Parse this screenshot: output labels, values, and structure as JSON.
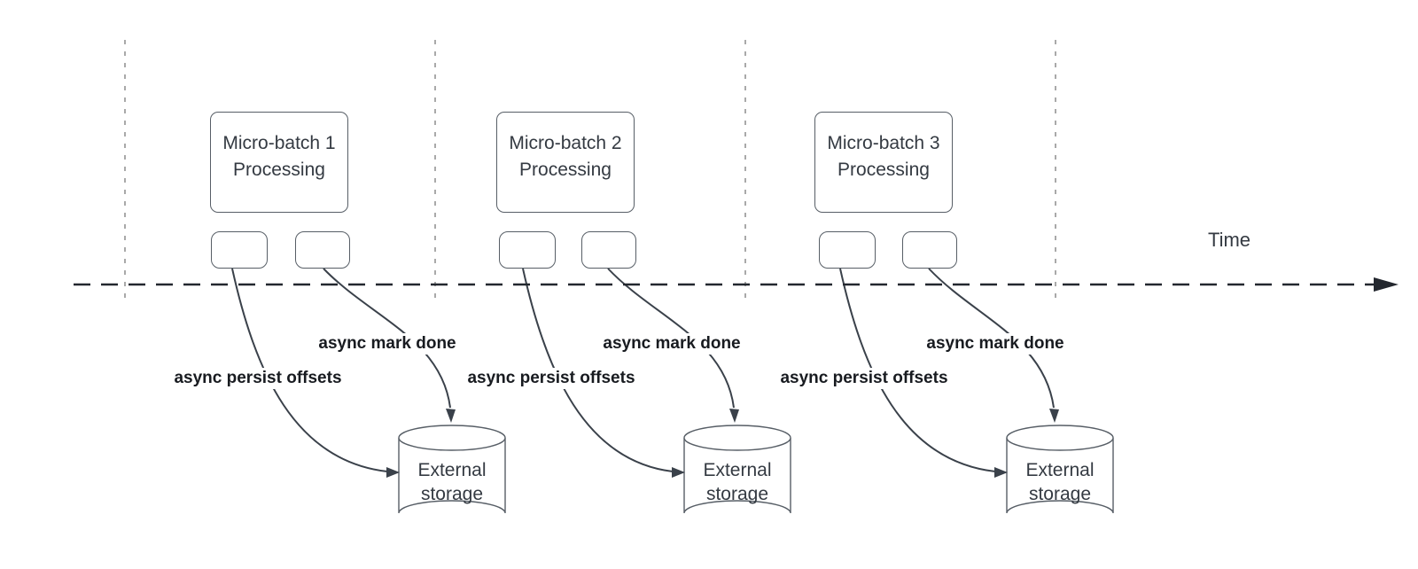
{
  "timeline": {
    "label": "Time"
  },
  "groups": [
    {
      "box_line1": "Micro-batch 1",
      "box_line2": "Processing",
      "persist_label": "async persist offsets",
      "mark_done_label": "async mark done",
      "storage_line1": "External",
      "storage_line2": "storage"
    },
    {
      "box_line1": "Micro-batch 2",
      "box_line2": "Processing",
      "persist_label": "async persist offsets",
      "mark_done_label": "async mark done",
      "storage_line1": "External",
      "storage_line2": "storage"
    },
    {
      "box_line1": "Micro-batch 3",
      "box_line2": "Processing",
      "persist_label": "async persist offsets",
      "mark_done_label": "async mark done",
      "storage_line1": "External",
      "storage_line2": "storage"
    }
  ],
  "colors": {
    "background": "#ffffff",
    "guide_line": "#a9a9a9",
    "timeline": "#23272e",
    "shape_stroke": "#575e66",
    "arrow": "#3a414a",
    "shape_text": "#343a42",
    "label_text": "#181b20"
  }
}
